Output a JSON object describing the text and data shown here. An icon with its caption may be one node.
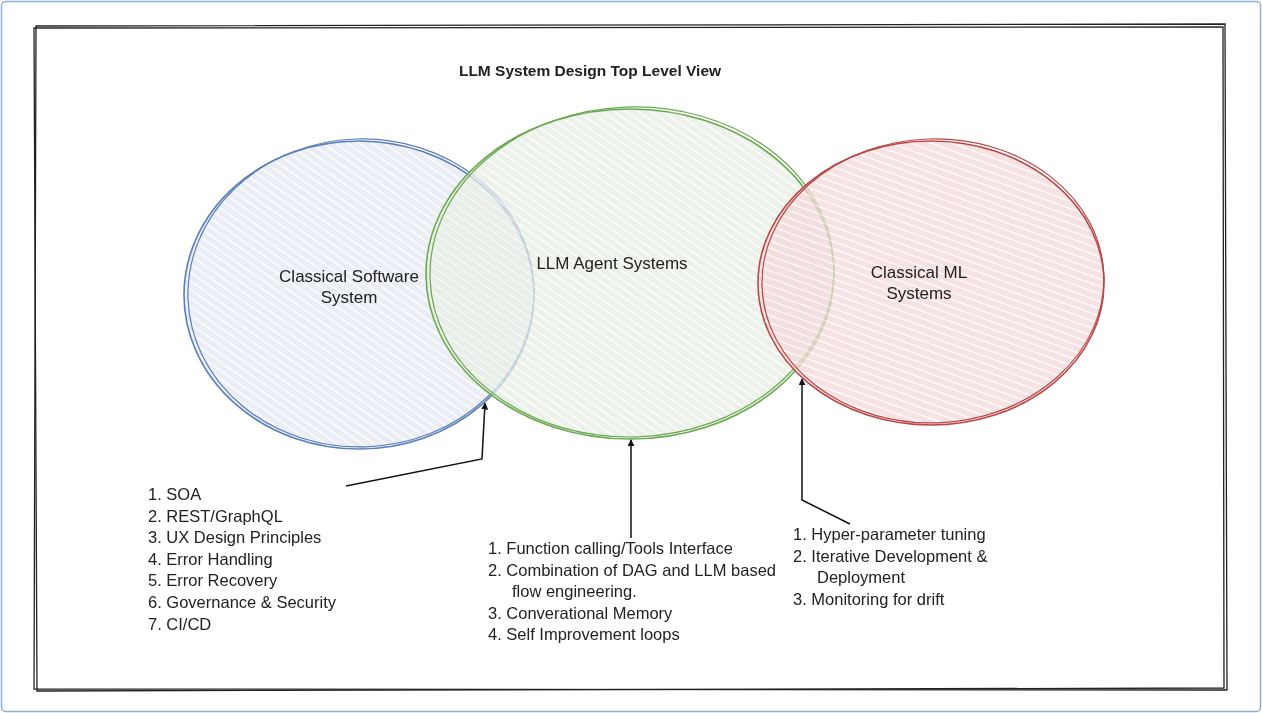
{
  "diagram": {
    "title": "LLM System Design Top Level View",
    "nodes": [
      {
        "text": [
          "Classical Software System"
        ]
      },
      {
        "text": [
          "LLM Agent Systems"
        ]
      },
      {
        "text": [
          "Classical ML Systems"
        ]
      },
      {
        "text": [
          "1. SOA",
          "2. REST/GraphQL",
          "3. UX Design Principles",
          "4. Error Handling",
          "5. Error Recovery",
          "6. Governance & Security",
          "7. CI/CD"
        ]
      },
      {
        "text": [
          "1. Function calling/Tools Interface",
          "2. Combination of DAG and LLM based flow engineering.",
          "3. Converational Memory",
          "4. Self Improvement loops"
        ]
      },
      {
        "text": [
          "1. Hyper-parameter tuning",
          "2. Iterative Development & Deployment",
          "3. Monitoring for drift"
        ]
      }
    ],
    "edges": [
      {
        "from": 3,
        "to": 0,
        "arrow": "to"
      },
      {
        "from": 4,
        "to": 1,
        "arrow": "to"
      },
      {
        "from": 5,
        "to": 2,
        "arrow": "to"
      }
    ]
  }
}
